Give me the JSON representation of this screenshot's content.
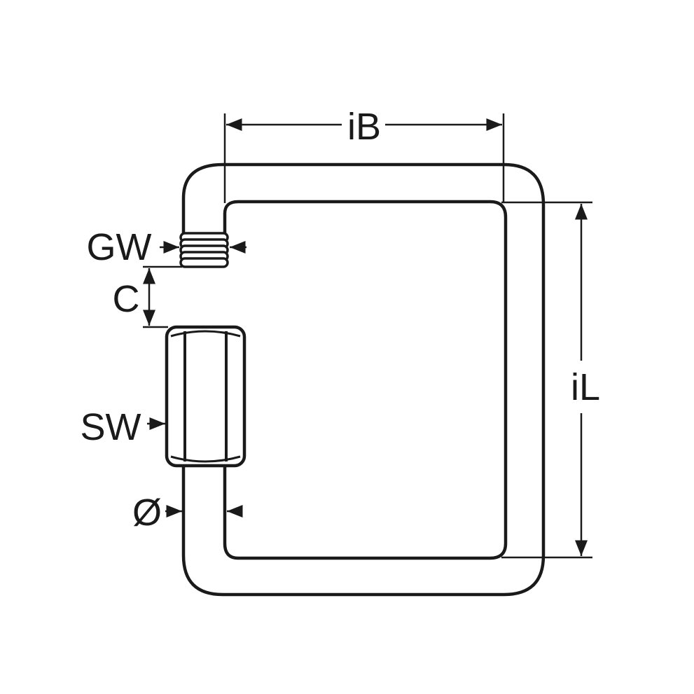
{
  "diagram": {
    "labels": {
      "inner_width": "iB",
      "inner_length": "iL",
      "thread": "GW",
      "gap": "C",
      "wrench_size": "SW",
      "diameter": "Ø"
    },
    "colors": {
      "line": "#1a1a1a",
      "background": "#ffffff"
    }
  }
}
